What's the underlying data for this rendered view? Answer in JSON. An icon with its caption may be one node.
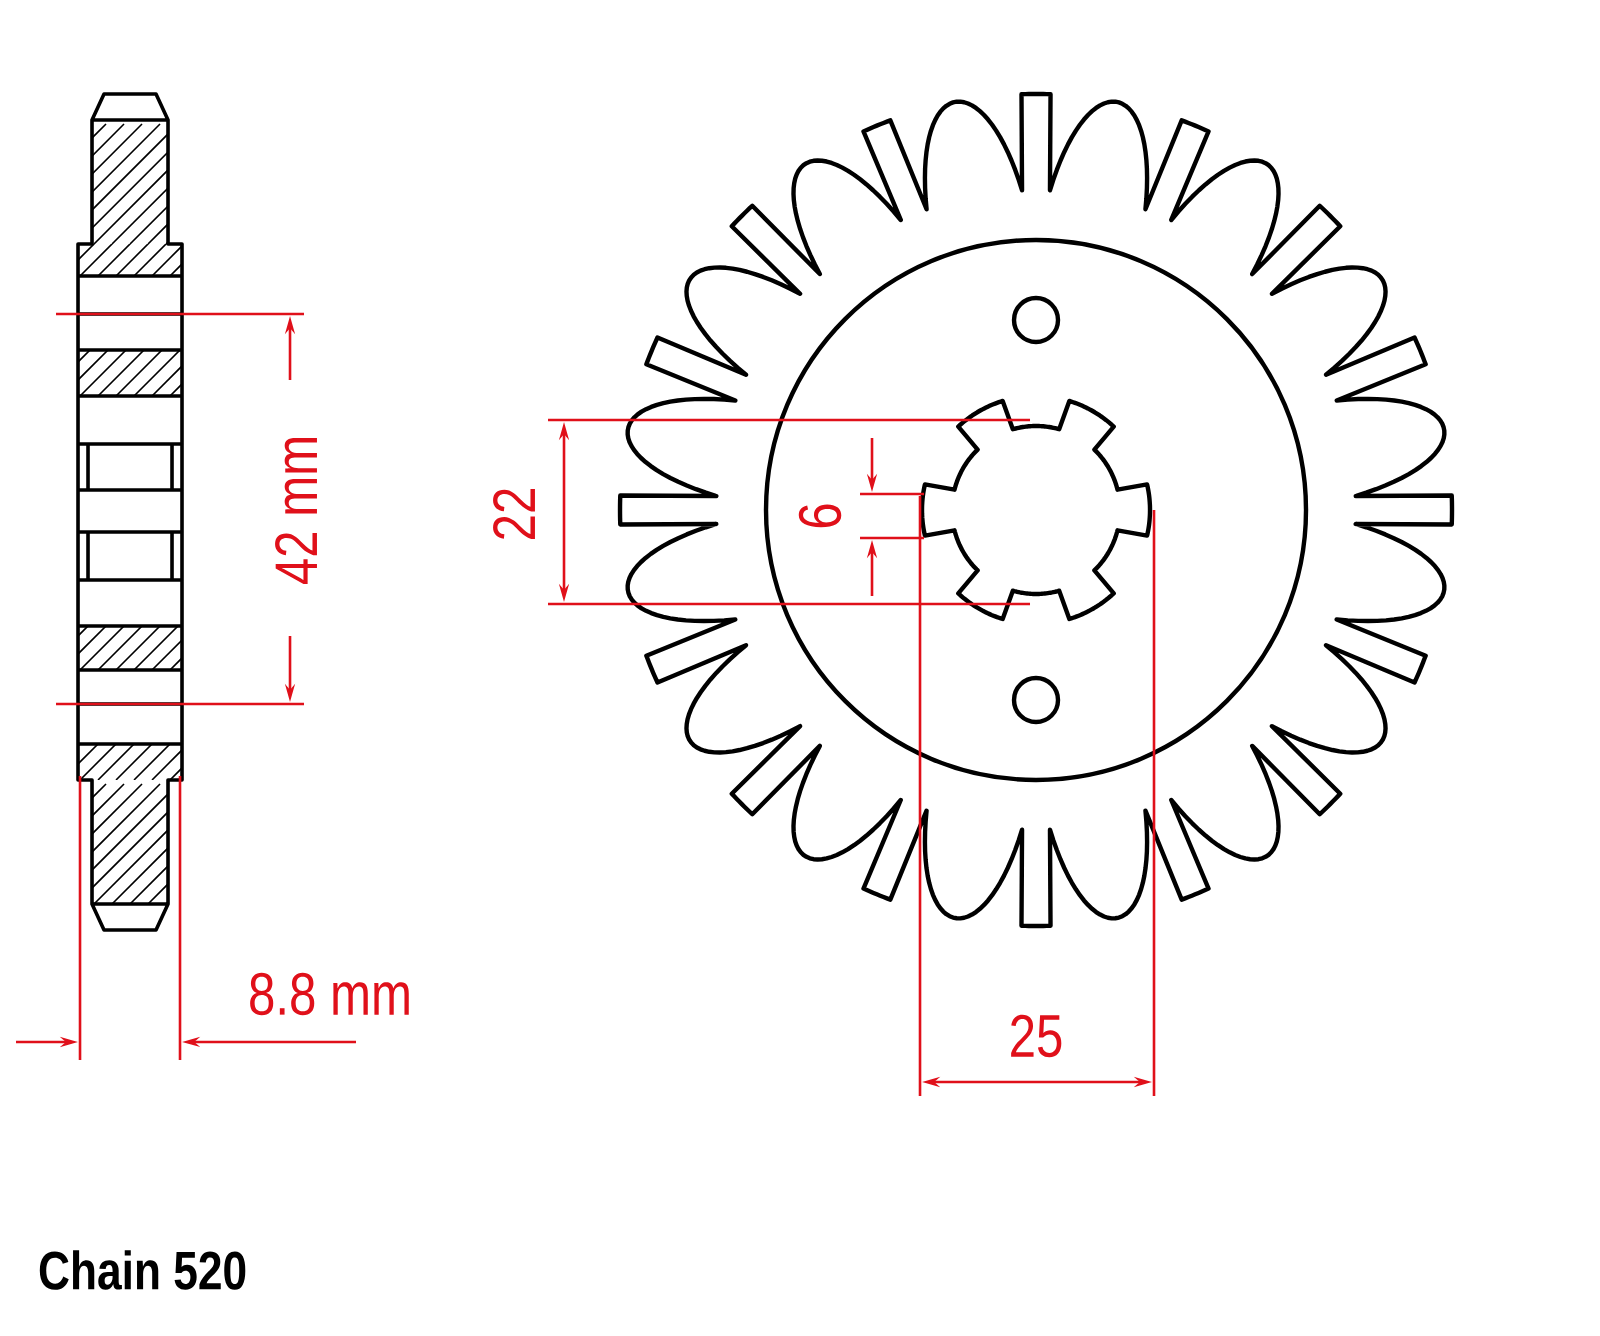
{
  "diagram": {
    "labels": [
      "42 mm",
      "8.8 mm",
      "22",
      "6",
      "25",
      "Chain 520"
    ]
  }
}
